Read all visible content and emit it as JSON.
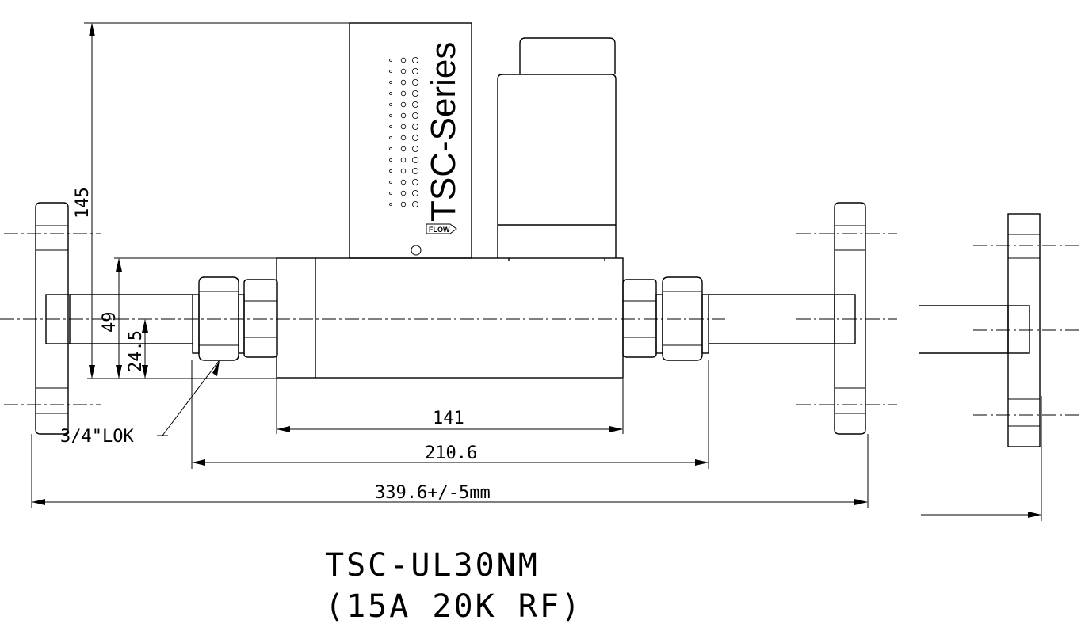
{
  "brand_text": "TSC-Series",
  "flow_label": "FLOW",
  "model_line1": "TSC-UL30NM",
  "model_line2": "(15A 20K RF)",
  "fitting_label": "3/4\"LOK",
  "dimensions": {
    "height": "145",
    "body_height": "49",
    "half_height": "24.5",
    "body_length": "141",
    "fitting_length": "210.6",
    "overall_length": "339.6+/-5mm"
  }
}
